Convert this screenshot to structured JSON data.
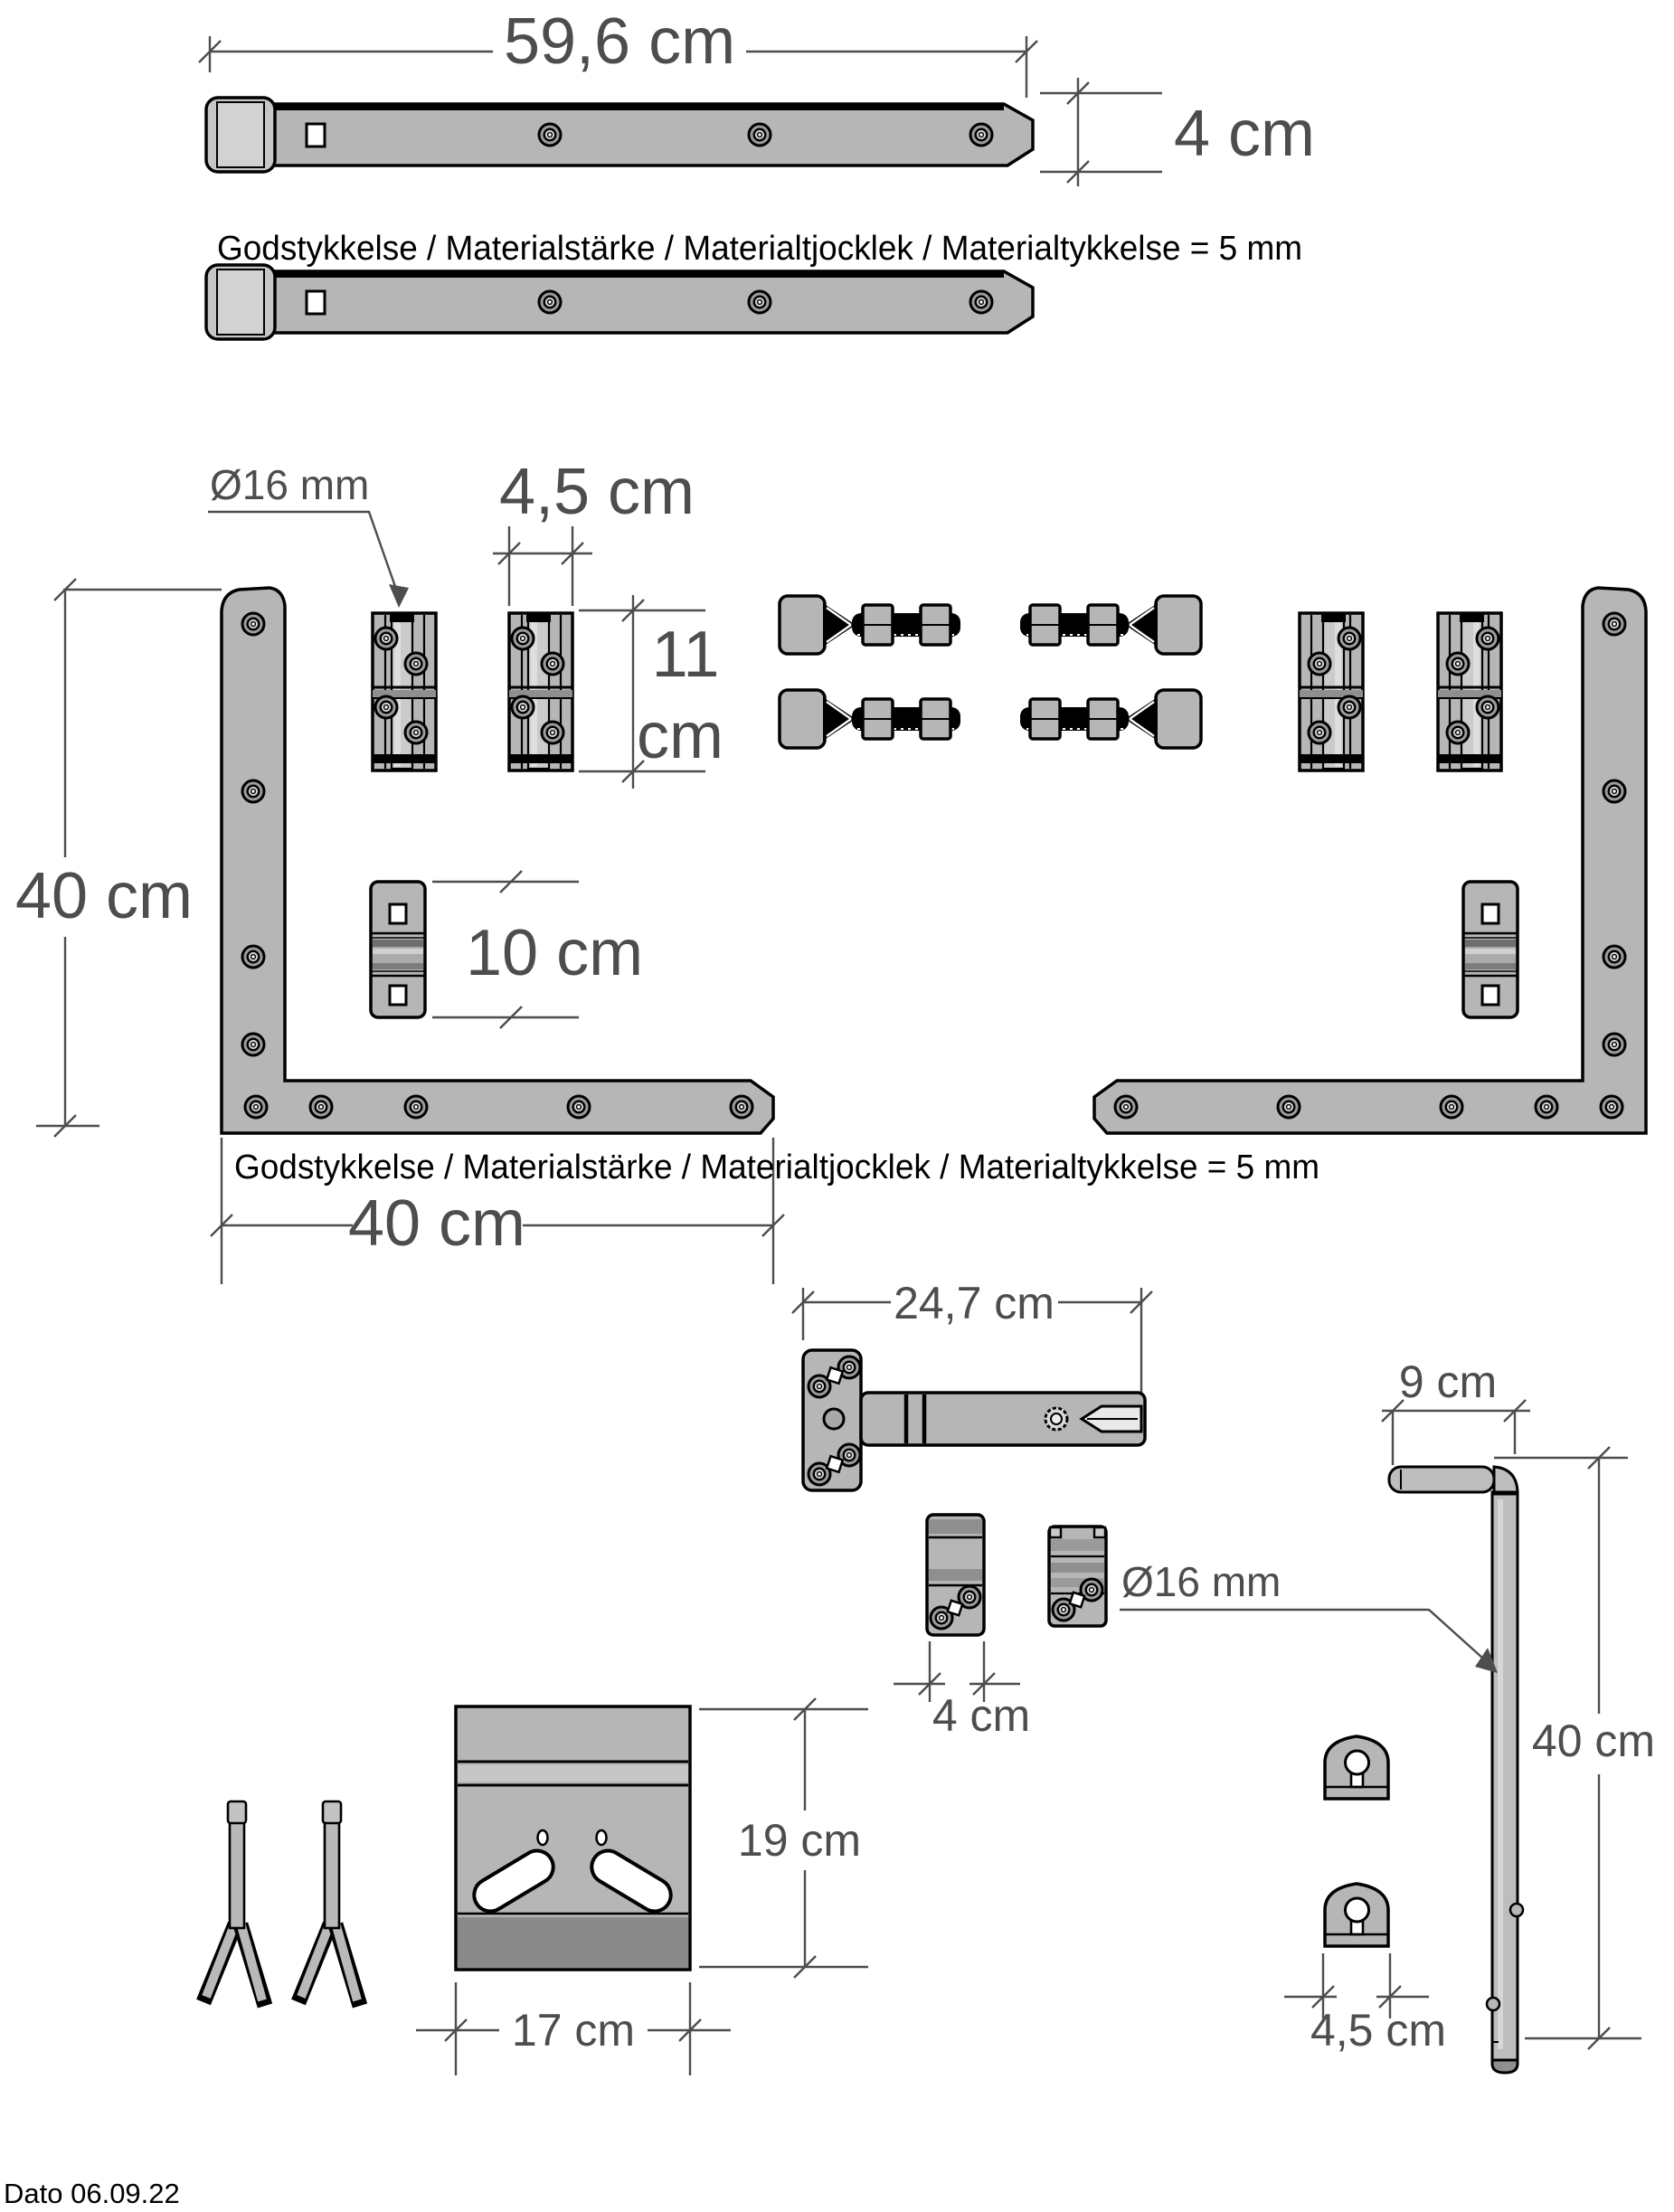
{
  "document": {
    "date_label": "Dato 06.09.22"
  },
  "colors": {
    "background": "#ffffff",
    "part_fill": "#b6b6b6",
    "part_light": "#cdcdcd",
    "part_dark": "#8a8a8a",
    "outline": "#000000",
    "dimension": "#4d4d4d"
  },
  "top_section": {
    "length_label": "59,6 cm",
    "height_label": "4 cm",
    "material_note": "Godstykkelse / Materialstärke / Materialtjocklek / Materialtykkelse = 5 mm"
  },
  "mid_section": {
    "pin_diameter_label": "Ø16 mm",
    "hinge_width_label": "4,5 cm",
    "hinge_height_line1": "11",
    "hinge_height_line2": "cm",
    "bracket_height_label": "40 cm",
    "clamp_length_label": "10 cm",
    "material_note": "Godstykkelse / Materialstärke / Materialtjocklek / Materialtykkelse = 5 mm",
    "bracket_width_label": "40 cm"
  },
  "bottom_section": {
    "t_hinge_length_label": "24,7 cm",
    "bracket_width_label": "4 cm",
    "hook_arm_length_label": "9 cm",
    "hook_diameter_label": "Ø16 mm",
    "hook_length_label": "40 cm",
    "plate_height_label": "19 cm",
    "plate_width_label": "17 cm",
    "keyhole_plate_width_label": "4,5 cm"
  }
}
